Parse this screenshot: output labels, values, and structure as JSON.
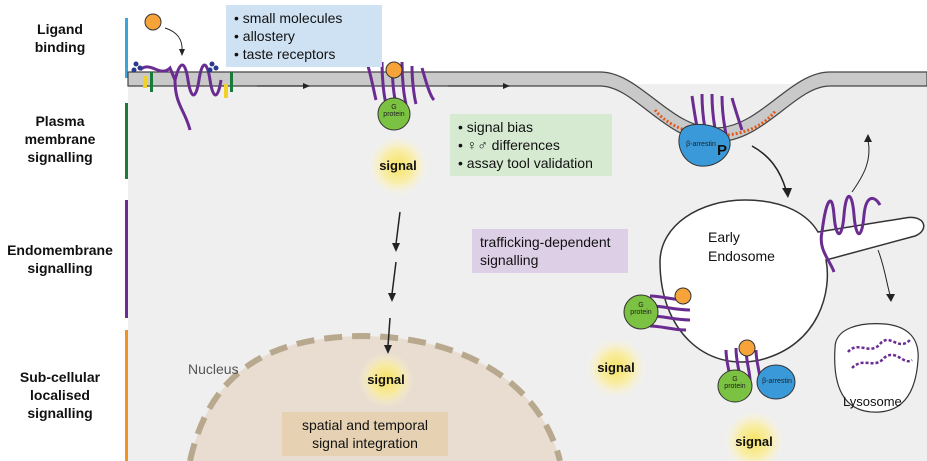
{
  "sections": [
    {
      "id": "ligand",
      "label": "Ligand\nbinding",
      "color": "#38a6d8"
    },
    {
      "id": "plasma",
      "label": "Plasma\nmembrane\nsignalling",
      "color": "#1a7a3c"
    },
    {
      "id": "endo",
      "label": "Endomembrane\nsignalling",
      "color": "#6a2c91"
    },
    {
      "id": "subcell",
      "label": "Sub-cellular\nlocalised\nsignalling",
      "color": "#f29222"
    }
  ],
  "boxes": {
    "ligand_list": "• small molecules\n• allostery\n• taste receptors",
    "plasma_list": "• signal bias\n• ♀♂ differences\n• assay tool validation",
    "trafficking": "trafficking-dependent\nsignalling",
    "integration": "spatial and temporal\nsignal integration"
  },
  "labels": {
    "signal": "signal",
    "nucleus": "Nucleus",
    "early_endosome": "Early\nEndosome",
    "lysosome": "Lysosome",
    "g_protein": "G\nprotein",
    "beta_arrestin": "β-arrestin",
    "phospho": "P"
  }
}
